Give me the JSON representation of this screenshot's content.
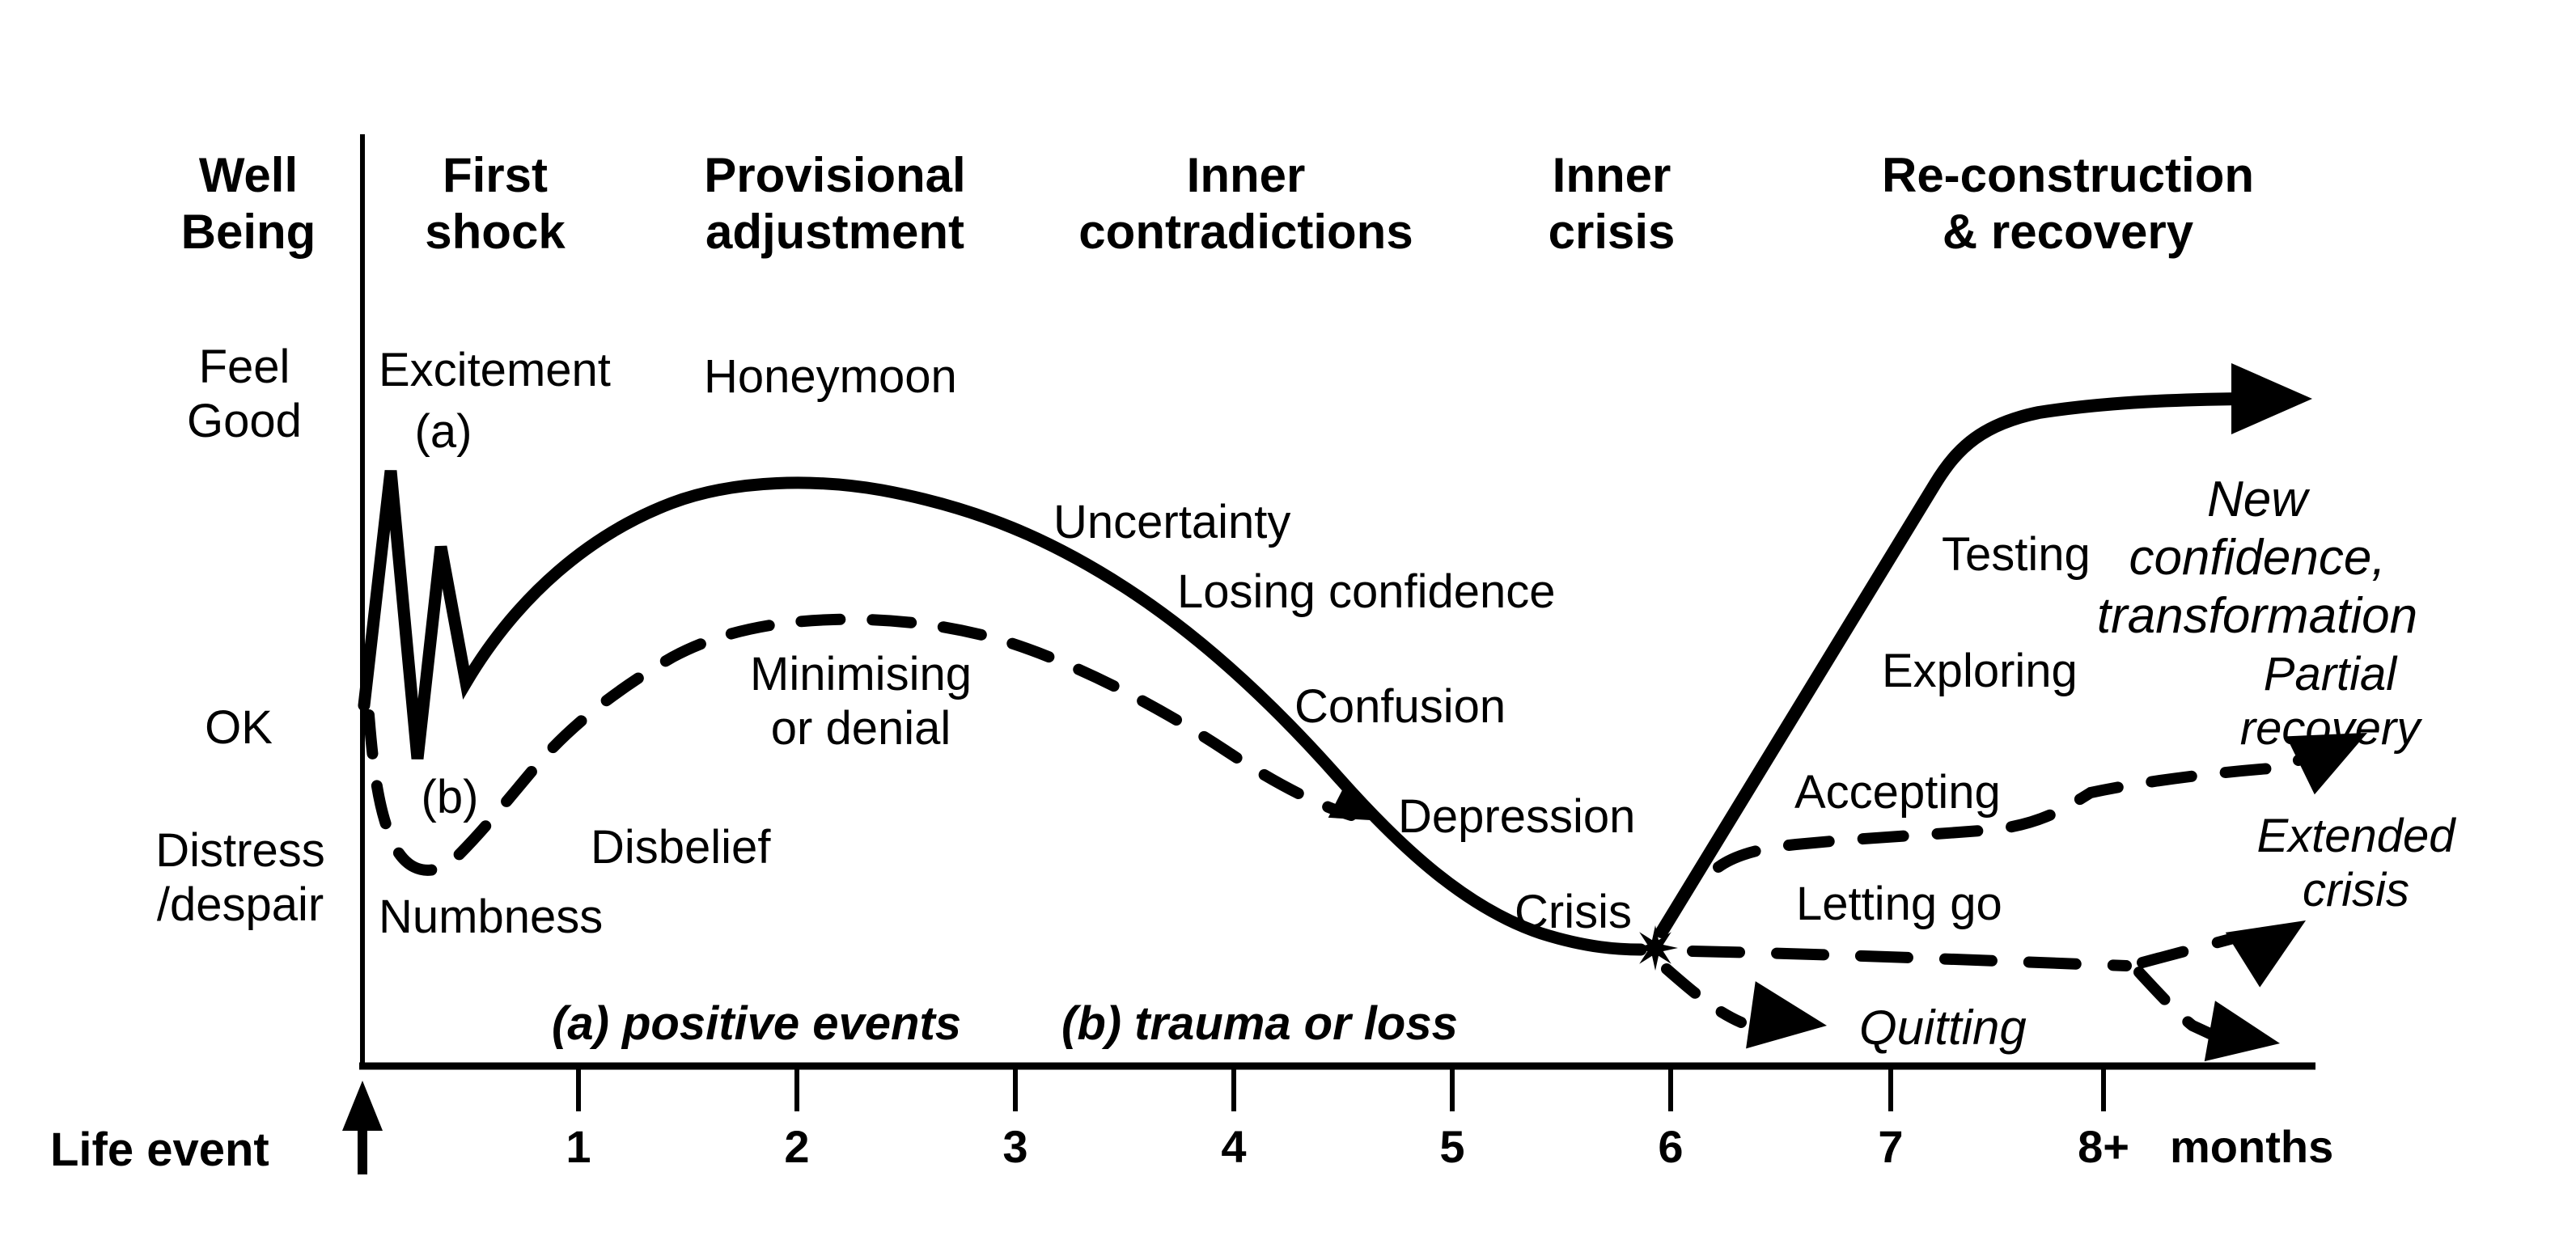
{
  "colors": {
    "ink": "#000000",
    "paper": "#ffffff"
  },
  "y_axis": {
    "title": "Well\nBeing",
    "levels": [
      {
        "label": "Feel\nGood"
      },
      {
        "label": "OK"
      },
      {
        "label": "Distress\n/despair"
      }
    ]
  },
  "x_axis": {
    "origin_label": "Life event",
    "ticks": [
      "1",
      "2",
      "3",
      "4",
      "5",
      "6",
      "7",
      "8+"
    ],
    "unit_label": "months"
  },
  "phases": [
    {
      "label": "First\nshock"
    },
    {
      "label": "Provisional\nadjustment"
    },
    {
      "label": "Inner\ncontradictions"
    },
    {
      "label": "Inner\ncrisis"
    },
    {
      "label": "Re-construction\n& recovery"
    }
  ],
  "legend": {
    "a": "(a) positive events",
    "b": "(b) trauma or loss"
  },
  "stages": {
    "excitement": "Excitement",
    "a_marker": "(a)",
    "honeymoon": "Honeymoon",
    "uncertainty": "Uncertainty",
    "losing_confidence": "Losing confidence",
    "confusion": "Confusion",
    "depression": "Depression",
    "crisis": "Crisis",
    "numbness": "Numbness",
    "b_marker": "(b)",
    "disbelief": "Disbelief",
    "minimising": "Minimising\nor denial",
    "testing": "Testing",
    "exploring": "Exploring",
    "accepting": "Accepting",
    "letting_go": "Letting go",
    "quitting": "Quitting",
    "new_confidence": "New confidence,\ntransformation",
    "partial_recovery": "Partial\nrecovery",
    "extended_crisis": "Extended\ncrisis"
  },
  "chart_data": {
    "type": "line",
    "xlabel": "Life event, then months 1 to 8+",
    "ylabel": "Well Being (Distress/despair, OK, Feel Good)",
    "ylim": [
      0,
      10
    ],
    "xlim": [
      0,
      8.7
    ],
    "grid": false,
    "legend_position": "above x-axis",
    "y_level_anchors": {
      "Feel Good": 8,
      "OK": 5,
      "Distress/despair": 2.5
    },
    "crisis_marker": {
      "x": 5.9,
      "y": 2.1,
      "symbol": "8-point star",
      "label": "Crisis"
    },
    "series": [
      {
        "name": "(a) positive events",
        "style": "solid",
        "points": [
          [
            0,
            4.8
          ],
          [
            0.1,
            7.6
          ],
          [
            0.25,
            4.1
          ],
          [
            0.35,
            6.8
          ],
          [
            0.5,
            5.1
          ],
          [
            1,
            6.1
          ],
          [
            1.6,
            6.8
          ],
          [
            2,
            6.9
          ],
          [
            2.5,
            6.8
          ],
          [
            3,
            6.3
          ],
          [
            3.5,
            5.6
          ],
          [
            4,
            4.7
          ],
          [
            4.5,
            3.6
          ],
          [
            5,
            2.7
          ],
          [
            5.5,
            2.2
          ],
          [
            5.9,
            2.1
          ]
        ]
      },
      {
        "name": "(b) trauma or loss",
        "style": "dashed",
        "points": [
          [
            0,
            4.6
          ],
          [
            0.2,
            2.4
          ],
          [
            0.45,
            2.2
          ],
          [
            0.8,
            3.3
          ],
          [
            1.3,
            4.7
          ],
          [
            1.9,
            5.3
          ],
          [
            2.4,
            5.3
          ],
          [
            2.9,
            5.0
          ],
          [
            3.4,
            4.3
          ],
          [
            3.9,
            3.4
          ],
          [
            4.5,
            2.7
          ]
        ],
        "note": "merges into curve (a) before the crisis point"
      },
      {
        "name": "Re-construction & recovery (new confidence, transformation)",
        "style": "solid",
        "arrow": true,
        "points": [
          [
            5.9,
            2.1
          ],
          [
            6.3,
            4.6
          ],
          [
            6.8,
            6.9
          ],
          [
            7.4,
            7.9
          ],
          [
            8.5,
            8.2
          ]
        ]
      },
      {
        "name": "Partial recovery",
        "style": "dashed",
        "arrow": true,
        "points": [
          [
            6.1,
            2.7
          ],
          [
            6.7,
            3.1
          ],
          [
            7.3,
            3.3
          ],
          [
            7.7,
            3.9
          ],
          [
            8.3,
            4.2
          ],
          [
            8.6,
            4.7
          ]
        ]
      },
      {
        "name": "Extended crisis",
        "style": "dashed",
        "arrow": true,
        "points": [
          [
            6.1,
            2.1
          ],
          [
            7.2,
            2.0
          ],
          [
            8.1,
            1.95
          ],
          [
            8.5,
            2.4
          ]
        ]
      },
      {
        "name": "Quitting",
        "style": "dashed",
        "arrow": true,
        "points": [
          [
            6.0,
            1.7
          ],
          [
            6.3,
            1.3
          ],
          [
            6.7,
            1.2
          ]
        ]
      }
    ],
    "annotations": [
      {
        "text": "Excitement (a)",
        "x": 0.3,
        "y": 7.8
      },
      {
        "text": "Honeymoon",
        "x": 1.8,
        "y": 7.6
      },
      {
        "text": "Uncertainty",
        "x": 3.2,
        "y": 6.4
      },
      {
        "text": "Losing confidence",
        "x": 3.8,
        "y": 5.7
      },
      {
        "text": "Confusion",
        "x": 4.3,
        "y": 4.6
      },
      {
        "text": "Depression",
        "x": 4.8,
        "y": 3.5
      },
      {
        "text": "Crisis",
        "x": 5.4,
        "y": 2.6
      },
      {
        "text": "Numbness",
        "x": 0.3,
        "y": 1.9
      },
      {
        "text": "(b)",
        "x": 0.35,
        "y": 3.0
      },
      {
        "text": "Disbelief",
        "x": 1.2,
        "y": 2.5
      },
      {
        "text": "Minimising or denial",
        "x": 2.2,
        "y": 4.4
      },
      {
        "text": "Letting go",
        "x": 6.6,
        "y": 2.6
      },
      {
        "text": "Accepting",
        "x": 6.5,
        "y": 3.6
      },
      {
        "text": "Exploring",
        "x": 6.9,
        "y": 4.7
      },
      {
        "text": "Testing",
        "x": 7.1,
        "y": 5.8
      },
      {
        "text": "New confidence, transformation",
        "x": 8.0,
        "y": 7.2
      },
      {
        "text": "Partial recovery",
        "x": 8.3,
        "y": 5.2
      },
      {
        "text": "Extended crisis",
        "x": 8.3,
        "y": 2.9
      },
      {
        "text": "Quitting",
        "x": 7.0,
        "y": 1.2
      }
    ]
  }
}
